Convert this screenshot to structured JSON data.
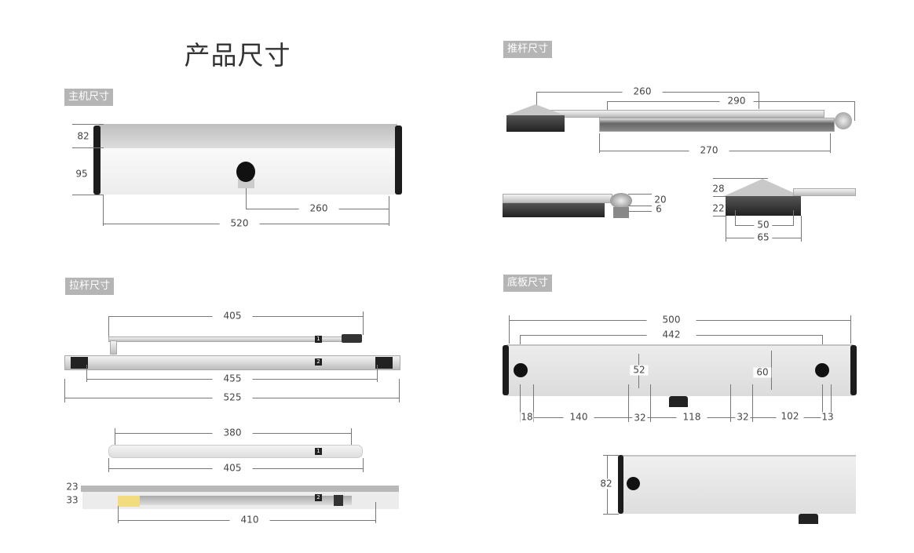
{
  "title": "产品尺寸",
  "sections": {
    "main_unit": {
      "label": "主机尺寸",
      "dims": [
        "82",
        "95",
        "260",
        "520"
      ]
    },
    "push_arm": {
      "label": "推杆尺寸",
      "dims": [
        "260",
        "290",
        "270",
        "20",
        "6",
        "28",
        "22",
        "50",
        "65"
      ]
    },
    "pull_rod": {
      "label": "拉杆尺寸",
      "dims": [
        "405",
        "455",
        "525",
        "380",
        "405",
        "23",
        "33",
        "410"
      ],
      "badges": [
        "1",
        "2",
        "1",
        "2"
      ]
    },
    "base_plate": {
      "label": "底板尺寸",
      "dims": [
        "500",
        "442",
        "52",
        "60",
        "18",
        "140",
        "32",
        "118",
        "32",
        "102",
        "13",
        "82"
      ]
    }
  }
}
